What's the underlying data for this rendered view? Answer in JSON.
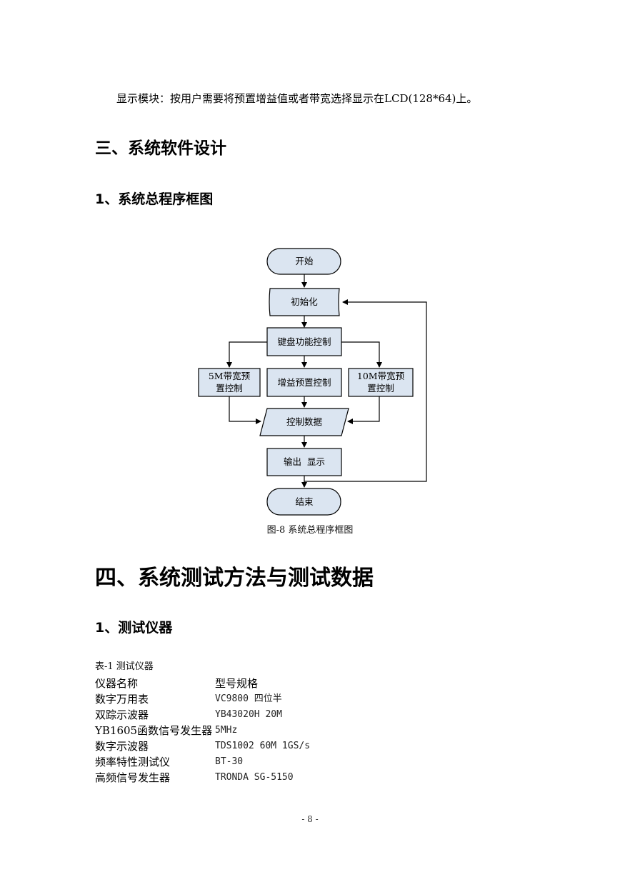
{
  "paragraph": "显示模块：按用户需要将预置增益值或者带宽选择显示在LCD(128*64)上。",
  "section3_title": "三、系统软件设计",
  "section3_sub": "1、系统总程序框图",
  "flowchart": {
    "start": "开始",
    "init": "初始化",
    "keyboard": "键盘功能控制",
    "left_line1": "5M带宽预",
    "left_line2": "置控制",
    "mid": "增益预置控制",
    "right_line1": "10M带宽预",
    "right_line2": "置控制",
    "data": "控制数据",
    "output": "输出  显示",
    "end": "结束",
    "fill_color": "#dbe5f1",
    "stroke_color": "#000000"
  },
  "figure_caption": "图-8 系统总程序框图",
  "section4_title": "四、系统测试方法与测试数据",
  "section4_sub": "1、测试仪器",
  "table_caption": "表-1 测试仪器",
  "table": {
    "headers": [
      "仪器名称",
      "型号规格"
    ],
    "rows": [
      [
        "数字万用表",
        "VC9800 四位半"
      ],
      [
        "双踪示波器",
        "YB43020H 20M"
      ],
      [
        "YB1605函数信号发生器",
        "5MHz"
      ],
      [
        "数字示波器",
        "TDS1002 60M 1GS/s"
      ],
      [
        "频率特性测试仪",
        "BT-30"
      ],
      [
        "高频信号发生器",
        "TRONDA SG-5150"
      ]
    ]
  },
  "page_number": "- 8 -"
}
